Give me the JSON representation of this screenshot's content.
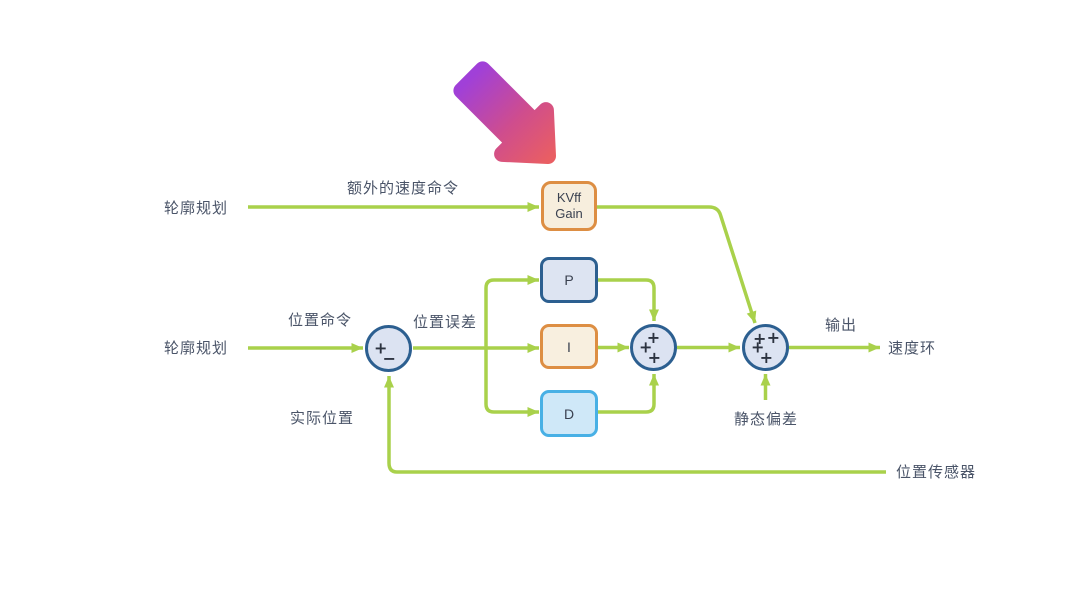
{
  "colors": {
    "wire": "#a9d14b",
    "node_border": "#2c5f90",
    "node_fill": "#dce3f2",
    "kvff_border": "#dd8e43",
    "kvff_fill": "#f7eedd",
    "p_border": "#2c5f90",
    "p_fill": "#dde4f2",
    "i_border": "#dd8e43",
    "i_fill": "#f8efdf",
    "d_border": "#48b0e5",
    "d_fill": "#cfe8f8",
    "label_text": "#4a5468",
    "block_text": "#3a4150",
    "sign_text": "#2c3340",
    "arrow_gradient_start": "#a040d8",
    "arrow_gradient_mid": "#cf4d8d",
    "arrow_gradient_end": "#e95e63"
  },
  "labels": {
    "contour_plan_top": "轮廓规划",
    "extra_velocity_cmd": "额外的速度命令",
    "contour_plan_mid": "轮廓规划",
    "position_cmd": "位置命令",
    "position_error": "位置误差",
    "actual_position": "实际位置",
    "static_offset": "静态偏差",
    "output": "输出",
    "velocity_loop": "速度环",
    "position_sensor": "位置传感器"
  },
  "blocks": {
    "kvff": {
      "line1": "KVff",
      "line2": "Gain"
    },
    "p": "P",
    "i": "I",
    "d": "D"
  },
  "sums": {
    "sum1": {
      "signs": [
        "+",
        "−"
      ]
    },
    "sum2": {
      "signs": [
        "+",
        "+",
        "+"
      ]
    },
    "sum3": {
      "signs": [
        "+",
        "+",
        "+",
        "+"
      ]
    }
  }
}
